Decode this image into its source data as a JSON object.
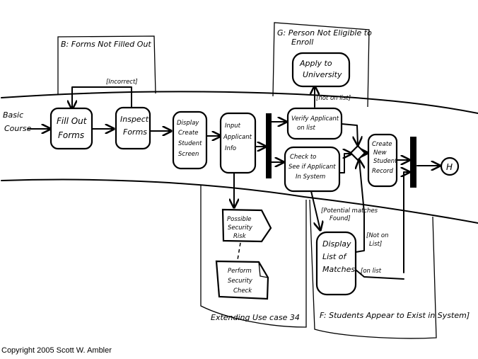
{
  "diagram": {
    "start_label": [
      "Basic",
      "Course"
    ],
    "frames": {
      "b": {
        "title": "B: Forms Not Filled Out"
      },
      "g": {
        "title": [
          "G: Person Not Eligible to",
          "Enroll"
        ]
      },
      "ext": {
        "title": "Extending Use case 34"
      },
      "f": {
        "title": "F: Students Appear to Exist in System]"
      }
    },
    "activities": {
      "fill_out_forms": [
        "Fill Out",
        "Forms"
      ],
      "inspect_forms": [
        "Inspect",
        "Forms"
      ],
      "display_create": [
        "Display",
        "Create",
        "Student",
        "Screen"
      ],
      "input_applicant": [
        "Input",
        "Applicant",
        "Info"
      ],
      "verify_applicant": [
        "Verify Applicant",
        "on list"
      ],
      "check_applicant": [
        "Check to",
        "See if Applicant",
        "In System"
      ],
      "create_record": [
        "Create",
        "New",
        "Student",
        "Record"
      ],
      "apply_university": [
        "Apply to",
        "University"
      ],
      "display_matches": [
        "Display",
        "List of",
        "Matches"
      ]
    },
    "signal": [
      "Possible",
      "Security",
      "Risk"
    ],
    "note": [
      "Perform",
      "Security",
      "Check"
    ],
    "guards": {
      "incorrect": "[Incorrect]",
      "not_on_list_top": "[not on list]",
      "potential_matches": [
        "[Potential matches",
        "Found]"
      ],
      "not_on_list": [
        "[Not on",
        "List]"
      ],
      "on_list": "[on list"
    },
    "history": "H"
  },
  "footer": {
    "copyright": "Copyright 2005 Scott W. Ambler"
  }
}
